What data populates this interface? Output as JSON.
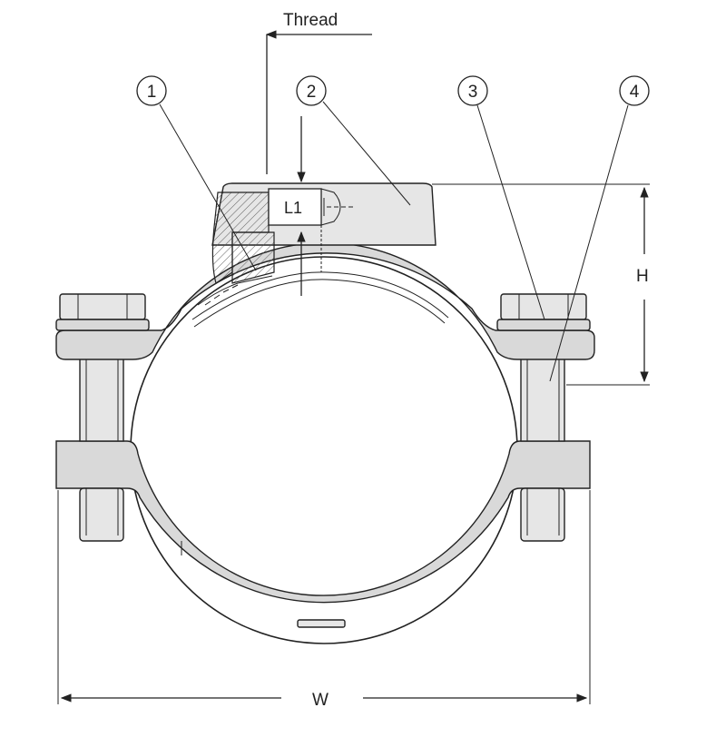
{
  "labels": {
    "thread": "Thread",
    "l1": "L1",
    "h": "H",
    "w": "W"
  },
  "callouts": [
    "1",
    "2",
    "3",
    "4"
  ]
}
